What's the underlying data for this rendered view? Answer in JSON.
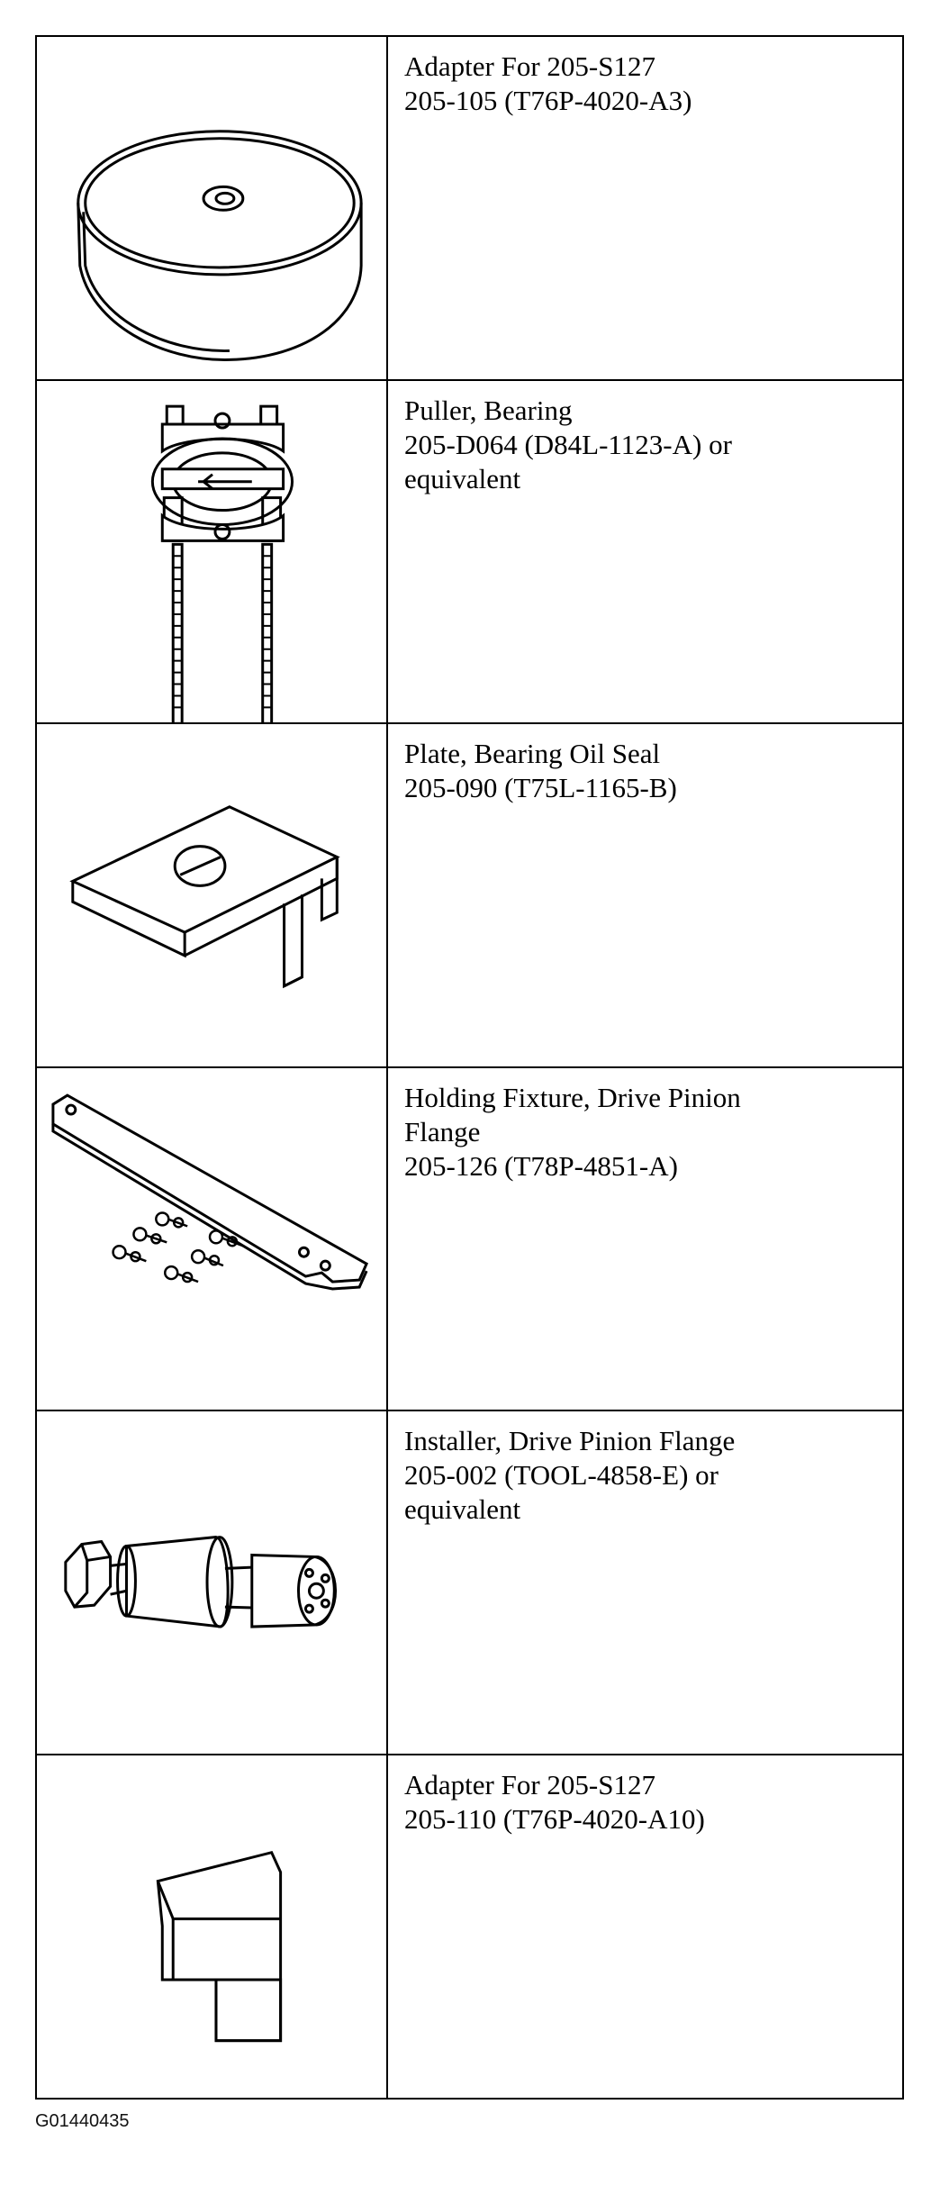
{
  "tools": [
    {
      "icon": "adapter-disc-icon",
      "lines": [
        "Adapter For 205-S127",
        "205-105 (T76P-4020-A3)"
      ]
    },
    {
      "icon": "bearing-puller-icon",
      "lines": [
        "Puller, Bearing",
        "205-D064 (D84L-1123-A) or",
        "equivalent"
      ]
    },
    {
      "icon": "bearing-plate-icon",
      "lines": [
        "Plate, Bearing Oil Seal",
        "205-090 (T75L-1165-B)"
      ]
    },
    {
      "icon": "holding-fixture-icon",
      "lines": [
        "Holding Fixture, Drive Pinion",
        "Flange",
        "205-126 (T78P-4851-A)"
      ]
    },
    {
      "icon": "flange-installer-icon",
      "lines": [
        "Installer, Drive Pinion Flange",
        "205-002 (TOOL-4858-E) or",
        "equivalent"
      ]
    },
    {
      "icon": "adapter-block-icon",
      "lines": [
        "Adapter For 205-S127",
        "205-110 (T76P-4020-A10)"
      ]
    }
  ],
  "figure_id": "G01440435"
}
